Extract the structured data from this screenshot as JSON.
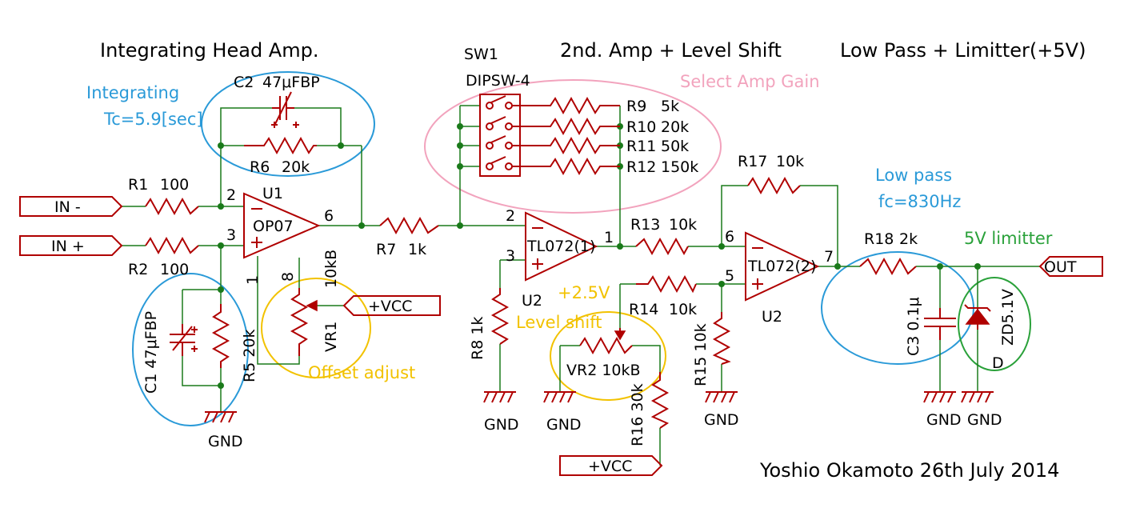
{
  "sections": {
    "head": "Integrating Head Amp.",
    "second": "2nd. Amp + Level Shift",
    "lowpass": "Low Pass + Limitter(+5V)"
  },
  "notes": {
    "integrating_1": "Integrating",
    "integrating_2": "Tc=5.9[sec]",
    "select_gain": "Select Amp Gain",
    "offset": "Offset adjust",
    "level_1": "+2.5V",
    "level_2": "Level shift",
    "lowpass_1": "Low pass",
    "lowpass_2": "fc=830Hz",
    "limitter": "5V limitter"
  },
  "ports": {
    "in_minus": "IN -",
    "in_plus": "IN +",
    "vcc1": "+VCC",
    "vcc2": "+VCC",
    "out": "OUT"
  },
  "parts": {
    "r1": "R1",
    "r1_val": "100",
    "r2": "R2",
    "r2_val": "100",
    "c2": "C2",
    "c2_val": "47μFBP",
    "r6": "R6",
    "r6_val": "20k",
    "u1": "U1",
    "op07": "OP07",
    "c1": "C1 47μFBP",
    "r5": "R5 20k",
    "vr1_val": "10kB",
    "vr1": "VR1",
    "r7": "R7",
    "r7_val": "1k",
    "sw1": "SW1",
    "sw1_type": "DIPSW-4",
    "r9": "R9",
    "r9_val": "5k",
    "r10": "R10",
    "r10_val": "20k",
    "r11": "R11",
    "r11_val": "50k",
    "r12": "R12",
    "r12_val": "150k",
    "tl1": "TL072(1)",
    "u2a": "U2",
    "r8": "R8 1k",
    "r13": "R13",
    "r13_val": "10k",
    "r14": "R14",
    "r14_val": "10k",
    "vr2": "VR2 10kB",
    "r16": "R16 30k",
    "r15": "R15 10k",
    "r17": "R17",
    "r17_val": "10k",
    "tl2": "TL072(2)",
    "u2b": "U2",
    "r18": "R18",
    "r18_val": "2k",
    "c3": "C3 0.1μ",
    "zd": "ZD5.1V",
    "d": "D"
  },
  "pins": {
    "p2a": "2",
    "p3a": "3",
    "p6a": "6",
    "p8a": "8",
    "p1a": "1",
    "p2b": "2",
    "p3b": "3",
    "p1b": "1",
    "p6c": "6",
    "p5c": "5",
    "p7c": "7"
  },
  "gnd": {
    "g1": "GND",
    "g2": "GND",
    "g3": "GND",
    "g4": "GND",
    "g5": "GND",
    "g6": "GND"
  },
  "credit": "Yoshio Okamoto  26th July 2014",
  "colors": {
    "wire": "#1a7a1a",
    "component": "#b00000",
    "annotation_blue": "#2a9ad8",
    "annotation_pink": "#f2a3bd",
    "annotation_yellow": "#f2c200",
    "annotation_green": "#2aa13a"
  }
}
